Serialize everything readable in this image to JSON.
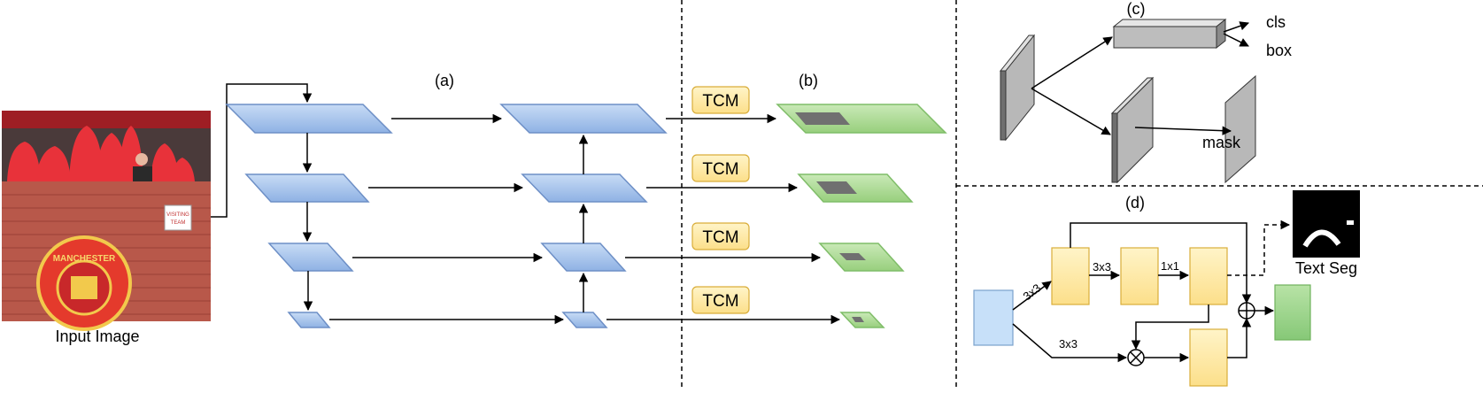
{
  "labels": {
    "a": "(a)",
    "b": "(b)",
    "c": "(c)",
    "d": "(d)",
    "input_image": "Input Image",
    "tcm": [
      "TCM",
      "TCM",
      "TCM",
      "TCM"
    ],
    "cls": "cls",
    "box": "box",
    "mask": "mask",
    "text_seg": "Text Seg",
    "conv_3x3_a": "3x3",
    "conv_3x3_b": "3x3",
    "conv_1x1": "1x1",
    "conv_3x3_c": "3x3"
  },
  "photo_text": {
    "sign": [
      "VISITING",
      "TEAM"
    ],
    "crest": "MANCHESTER"
  },
  "colors": {
    "blue_fill": "#a9c6ee",
    "blue_stroke": "#6d8fc6",
    "green_fill": "#a6d88f",
    "green_stroke": "#7fbd68",
    "tcm_fill": "#fde38d",
    "tcm_stroke": "#d9ad3a",
    "yellow_block": "#fde9a5",
    "light_blue_block": "#c7e0f9",
    "green_block": "#98d38a"
  }
}
